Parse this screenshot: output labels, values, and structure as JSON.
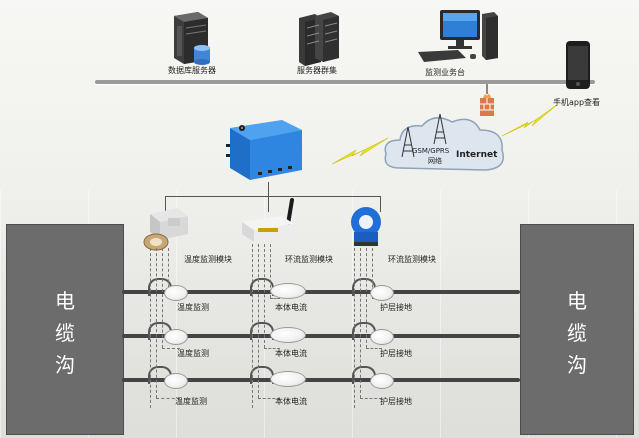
{
  "top_nodes": {
    "db_server": "数据库服务器",
    "server_cluster": "服务器群集",
    "monitor_station": "监测业务台",
    "mobile_app": "手机app查看"
  },
  "network": {
    "gsm": "GSM/GPRS",
    "gsm_sub": "网络",
    "internet": "Internet"
  },
  "modules": {
    "temp": "温度监测模块",
    "current1": "环流监测模块",
    "current2": "环流监测模块"
  },
  "sensor_labels": {
    "temp": "温度监测",
    "body_current": "本体电流",
    "sheath_ground": "护层接地"
  },
  "trench": {
    "left": [
      "电",
      "缆",
      "沟"
    ],
    "right": [
      "电",
      "缆",
      "沟"
    ]
  }
}
